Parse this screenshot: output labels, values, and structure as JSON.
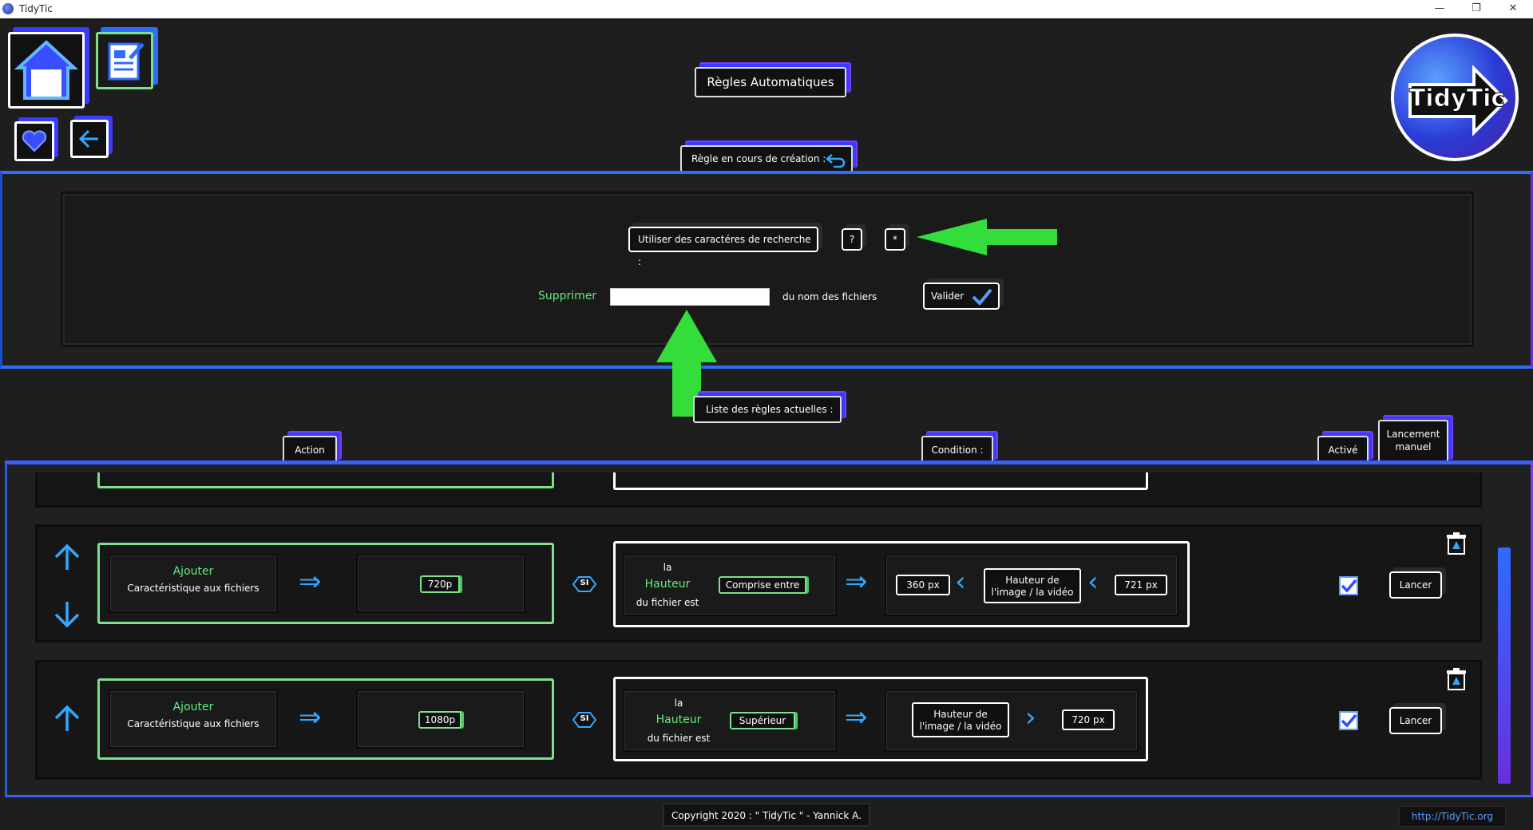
{
  "window": {
    "title": "TidyTic",
    "minimize": "—",
    "restore": "❐",
    "close": "✕"
  },
  "header": {
    "title": "Règles Automatiques",
    "rule_creating": "Règle en cours de création :",
    "logo_text": "TidyTic"
  },
  "creator": {
    "search_chars_label": "Utiliser des caractéres de recherche :",
    "btn_question": "?",
    "btn_star": "*",
    "action_label": "Supprimer",
    "input_value": "",
    "suffix_label": "du nom des fichiers",
    "validate_label": "Valider"
  },
  "list": {
    "title": "Liste des règles actuelles :",
    "col_action": "Action",
    "col_condition": "Condition :",
    "col_active": "Activé",
    "col_manual_1": "Lancement",
    "col_manual_2": "manuel"
  },
  "rules": [
    {
      "action_verb": "Ajouter",
      "action_desc": "Caractéristique aux fichiers",
      "action_value": "720p",
      "si": "SI",
      "cond_la": "la",
      "cond_prop": "Hauteur",
      "cond_tail": "du fichier est",
      "comparator": "Comprise entre",
      "min": "360 px",
      "field_1": "Hauteur de",
      "field_2": "l'image / la vidéo",
      "max": "721 px",
      "run_label": "Lancer"
    },
    {
      "action_verb": "Ajouter",
      "action_desc": "Caractéristique aux fichiers",
      "action_value": "1080p",
      "si": "SI",
      "cond_la": "la",
      "cond_prop": "Hauteur",
      "cond_tail": "du fichier est",
      "comparator": "Supérieur",
      "field_1": "Hauteur de",
      "field_2": "l'image / la vidéo",
      "value": "720 px",
      "run_label": "Lancer"
    }
  ],
  "footer": {
    "copyright": "Copyright 2020 : \" TidyTic \" - Yannick A.",
    "link": "http://TidyTic.org"
  },
  "colors": {
    "accent_blue": "#2f6bff",
    "accent_purple": "#7a3cff",
    "green": "#5ff07a",
    "arrow_blue": "#31a8ff"
  }
}
